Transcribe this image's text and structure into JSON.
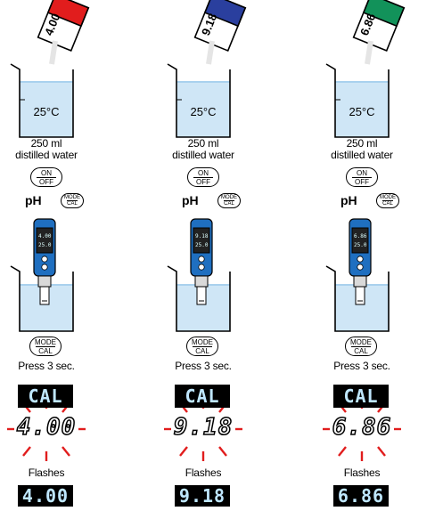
{
  "columns": [
    {
      "buffer": "4.00",
      "buffer_color": "#e11d1d",
      "temperature": "25°C",
      "volume": "250 ml",
      "water": "distilled water",
      "onoff_top": "ON",
      "onoff_bottom": "OFF",
      "ph_label": "pH",
      "mode_top": "MODE",
      "mode_bottom": "CAL",
      "meter_reading": "4.00",
      "meter_sub": "25.0",
      "press_mode_top": "MODE",
      "press_mode_bottom": "CAL",
      "press_text": "Press 3 sec.",
      "cal_display": "CAL",
      "flash_value": "4.00",
      "flash_text": "Flashes",
      "final_display": "4.00"
    },
    {
      "buffer": "9.18",
      "buffer_color": "#2a3f9e",
      "temperature": "25°C",
      "volume": "250 ml",
      "water": "distilled water",
      "onoff_top": "ON",
      "onoff_bottom": "OFF",
      "ph_label": "pH",
      "mode_top": "MODE",
      "mode_bottom": "CAL",
      "meter_reading": "9.18",
      "meter_sub": "25.0",
      "press_mode_top": "MODE",
      "press_mode_bottom": "CAL",
      "press_text": "Press 3 sec.",
      "cal_display": "CAL",
      "flash_value": "9.18",
      "flash_text": "Flashes",
      "final_display": "9.18"
    },
    {
      "buffer": "6.86",
      "buffer_color": "#12925a",
      "temperature": "25°C",
      "volume": "250 ml",
      "water": "distilled water",
      "onoff_top": "ON",
      "onoff_bottom": "OFF",
      "ph_label": "pH",
      "mode_top": "MODE",
      "mode_bottom": "CAL",
      "meter_reading": "6.86",
      "meter_sub": "25.0",
      "press_mode_top": "MODE",
      "press_mode_bottom": "CAL",
      "press_text": "Press 3 sec.",
      "cal_display": "CAL",
      "flash_value": "6.86",
      "flash_text": "Flashes",
      "final_display": "6.86"
    }
  ],
  "colors": {
    "water": "#cfe6f6",
    "water_top": "#a9d1ee",
    "meter_blue": "#1f6fc0",
    "flash_ray": "#e11d1d",
    "lcd_text": "#bfe7ff"
  }
}
